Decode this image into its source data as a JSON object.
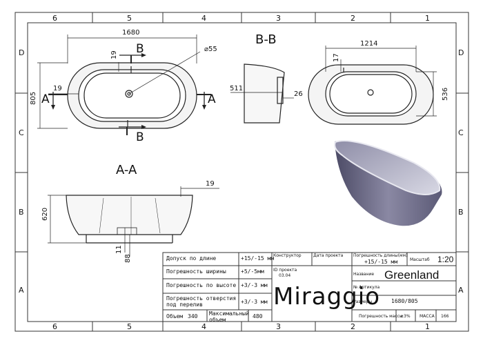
{
  "frame": {
    "col_labels": [
      "6",
      "5",
      "4",
      "3",
      "2",
      "1"
    ],
    "row_labels": [
      "D",
      "C",
      "B",
      "A"
    ]
  },
  "top_view": {
    "dim_length": "1680",
    "dim_width": "805",
    "dim_rim_top": "19",
    "dim_rim_left": "19",
    "drain_diameter": "⌀55",
    "section_a": "A",
    "section_b": "B"
  },
  "side_view_bb": {
    "title": "B-B",
    "dim_depth": "511",
    "dim_wall": "26"
  },
  "inner_view": {
    "dim_inner_length": "1214",
    "dim_inner_width": "536",
    "dim_rim": "17"
  },
  "section_aa": {
    "title": "A-A",
    "dim_height": "620",
    "dim_rim": "19",
    "dim_base": "11",
    "dim_base2": "88"
  },
  "title_block": {
    "rows": [
      {
        "label": "Допуск по длине",
        "value": "+15/-15 мм"
      },
      {
        "label": "Погрешность ширины",
        "value": "+5/-5мм"
      },
      {
        "label": "Погрешность по высоте",
        "value": "+3/-3 мм"
      },
      {
        "label": "Погрешность отверстия под перелив",
        "value": "+3/-3 мм"
      }
    ],
    "volume_label": "Объем",
    "volume_value": "340",
    "max_volume_label": "Максимальный объем",
    "max_volume_value": "480",
    "designer_label": "Конструктор",
    "date_label": "Дата проекта",
    "project_id_label": "ID проекта",
    "project_id_value": "03.04",
    "tolerance_label": "Погрешность длины(мм)",
    "tolerance_value": "+15/-15 мм",
    "scale_label": "Масштаб",
    "scale_value": "1:20",
    "name_label": "Название",
    "name_value": "Greenland",
    "article_label": "№ Артикула",
    "size_label": "Размеры",
    "size_value": "1680/805",
    "mass_tol_label": "Погрешность массы",
    "mass_tol_value": "±3%",
    "mass_label": "МАССА",
    "mass_value": "166",
    "brand": "Miraggio"
  },
  "colors": {
    "line": "#222222",
    "tub_outer": "#6b6a86",
    "tub_inner": "#b7b6c8",
    "tub_rim": "#e0e0ea"
  }
}
